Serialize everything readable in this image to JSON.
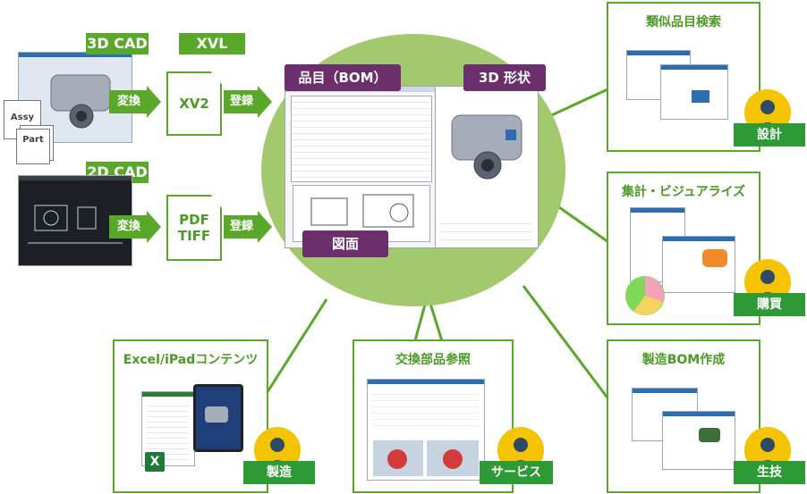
{
  "left": {
    "cad3d_label": "3D CAD",
    "xvl_label": "XVL",
    "cad2d_label": "2D CAD",
    "assy_label": "Assy",
    "part_label": "Part",
    "convert_label_1": "変換",
    "convert_label_2": "変換",
    "register_label_1": "登録",
    "register_label_2": "登録",
    "xv2_label": "XV2",
    "pdf_label": "PDF",
    "tiff_label": "TIFF"
  },
  "center": {
    "bom_label": "品目（BOM）",
    "shape_label": "3D 形状",
    "drawing_label": "図面"
  },
  "boxes": {
    "similar_search": "類似品目検索",
    "aggregate": "集計・ビジュアライズ",
    "mfg_bom": "製造BOM作成",
    "exchange_parts": "交換部品参照",
    "excel_ipad": "Excel/iPadコンテンツ"
  },
  "roles": {
    "design": "設計",
    "purchase": "購買",
    "production_eng": "生技",
    "service": "サービス",
    "manufacturing": "製造"
  },
  "colors": {
    "green": "#5aa82a",
    "dark_green": "#2e9a36",
    "ellipse": "#a3c96e",
    "purple": "#6b2f6b",
    "avatar": "#f5c400"
  }
}
